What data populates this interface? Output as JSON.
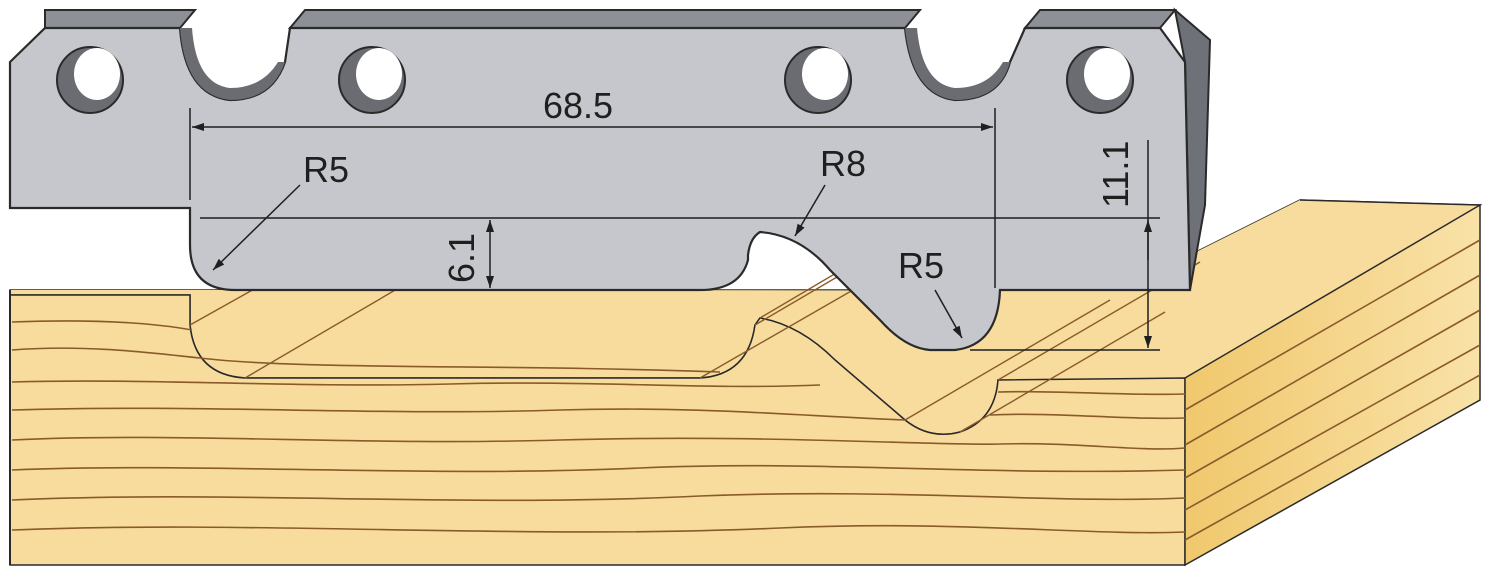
{
  "dimensions": {
    "width_label": "68.5",
    "depth_left_label": "6.1",
    "depth_right_label": "11.1",
    "radius_left_label": "R5",
    "radius_middle_label": "R8",
    "radius_right_label": "R5"
  },
  "colors": {
    "knife_face": "#c5c7cc",
    "knife_top": "#8e9098",
    "knife_bevel": "#6f7179",
    "knife_hole": "#6a6c72",
    "wood_face": "#f7dc9d",
    "wood_side": "#f2cf7e",
    "wood_grain": "#8a5a2b",
    "outline": "#2a2a2a",
    "dim_line": "#1f1f1f"
  }
}
